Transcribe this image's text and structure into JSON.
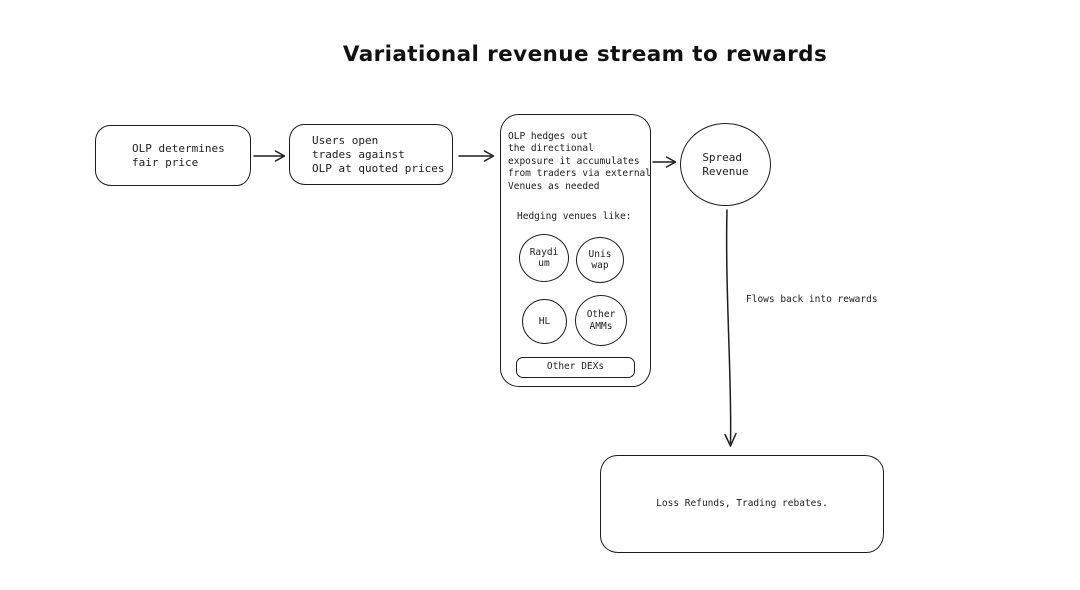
{
  "colors": {
    "background": "#ffffff",
    "stroke": "#1e1e1e"
  },
  "title": "Variational revenue stream to rewards",
  "flow": {
    "step1": "OLP determines\nfair price",
    "step2": "Users open\ntrades against\nOLP at quoted prices",
    "hedging": {
      "description": "OLP hedges out\nthe directional\nexposure it accumulates\nfrom traders via external\nVenues as needed",
      "subtitle": "Hedging venues like:",
      "venues": [
        {
          "label": "Raydi\num"
        },
        {
          "label": "Unis\nwap"
        },
        {
          "label": "HL"
        },
        {
          "label": "Other\nAMMs"
        }
      ],
      "other_dexs": "Other DEXs"
    },
    "spread_revenue": "Spread\nRevenue",
    "flow_label": "Flows back into rewards",
    "rewards": "Loss Refunds, Trading rebates."
  }
}
